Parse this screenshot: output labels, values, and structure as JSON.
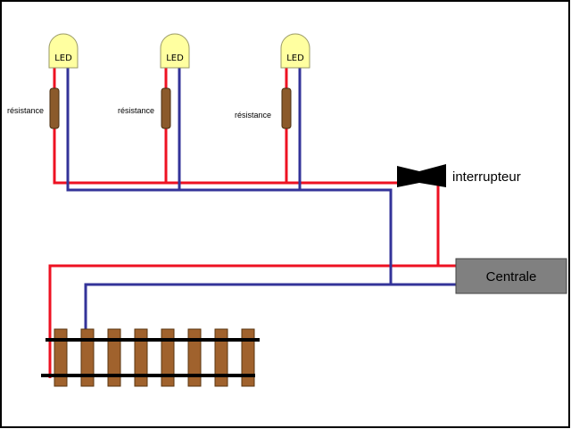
{
  "leds": [
    {
      "label": "LED",
      "resistor_label": "résistance"
    },
    {
      "label": "LED",
      "resistor_label": "résistance"
    },
    {
      "label": "LED",
      "resistor_label": "résistance"
    }
  ],
  "switch": {
    "label": "interrupteur"
  },
  "central": {
    "label": "Centrale"
  },
  "track": {
    "sleeper_count": 8
  },
  "colors": {
    "positive_wire": "#ee1122",
    "negative_wire": "#333399",
    "led_fill": "#ffffa0",
    "resistor_fill": "#8b5a2b",
    "sleeper_fill": "#a0622d",
    "rail": "#000000",
    "central_fill": "#808080",
    "border": "#000000"
  }
}
